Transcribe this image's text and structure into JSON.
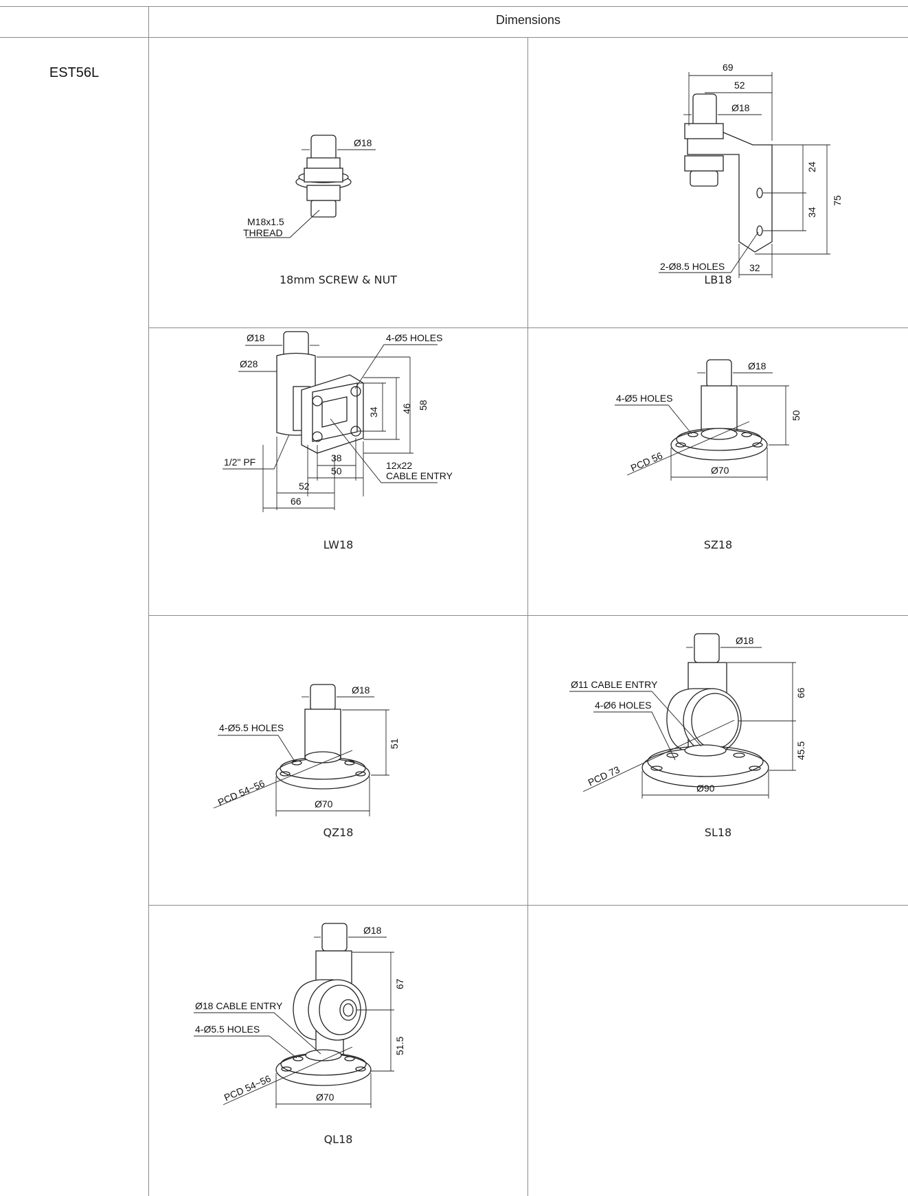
{
  "table": {
    "header": "Dimensions",
    "model": "EST56L"
  },
  "cells": {
    "screw_nut": {
      "caption": "18mm SCREW & NUT",
      "labels": {
        "dia": "Ø18",
        "thread_1": "M18x1.5",
        "thread_2": "THREAD"
      }
    },
    "lb18": {
      "caption": "LB18",
      "labels": {
        "d69": "69",
        "d52": "52",
        "dia": "Ø18",
        "d24": "24",
        "d34": "34",
        "d75": "75",
        "holes": "2-Ø8.5 HOLES",
        "d32": "32"
      }
    },
    "lw18": {
      "caption": "LW18",
      "labels": {
        "dia18": "Ø18",
        "dia28": "Ø28",
        "holes": "4-Ø5 HOLES",
        "d34": "34",
        "d46": "46",
        "d58": "58",
        "pf": "1/2\" PF",
        "d38": "38",
        "d50": "50",
        "d52": "52",
        "d66": "66",
        "entry_1": "12x22",
        "entry_2": "CABLE ENTRY"
      }
    },
    "sz18": {
      "caption": "SZ18",
      "labels": {
        "dia": "Ø18",
        "holes": "4-Ø5 HOLES",
        "d50": "50",
        "pcd": "PCD 56",
        "dia70": "Ø70"
      }
    },
    "qz18": {
      "caption": "QZ18",
      "labels": {
        "dia": "Ø18",
        "holes": "4-Ø5.5 HOLES",
        "d51": "51",
        "pcd": "PCD 54~56",
        "dia70": "Ø70"
      }
    },
    "sl18": {
      "caption": "SL18",
      "labels": {
        "dia": "Ø18",
        "d66": "66",
        "entry": "Ø11 CABLE ENTRY",
        "holes": "4-Ø6 HOLES",
        "d45": "45.5",
        "pcd": "PCD 73",
        "dia90": "Ø90"
      }
    },
    "ql18": {
      "caption": "QL18",
      "labels": {
        "dia": "Ø18",
        "d67": "67",
        "entry": "Ø18 CABLE ENTRY",
        "holes": "4-Ø5.5 HOLES",
        "d51": "51.5",
        "pcd": "PCD 54~56",
        "dia70": "Ø70"
      }
    }
  }
}
